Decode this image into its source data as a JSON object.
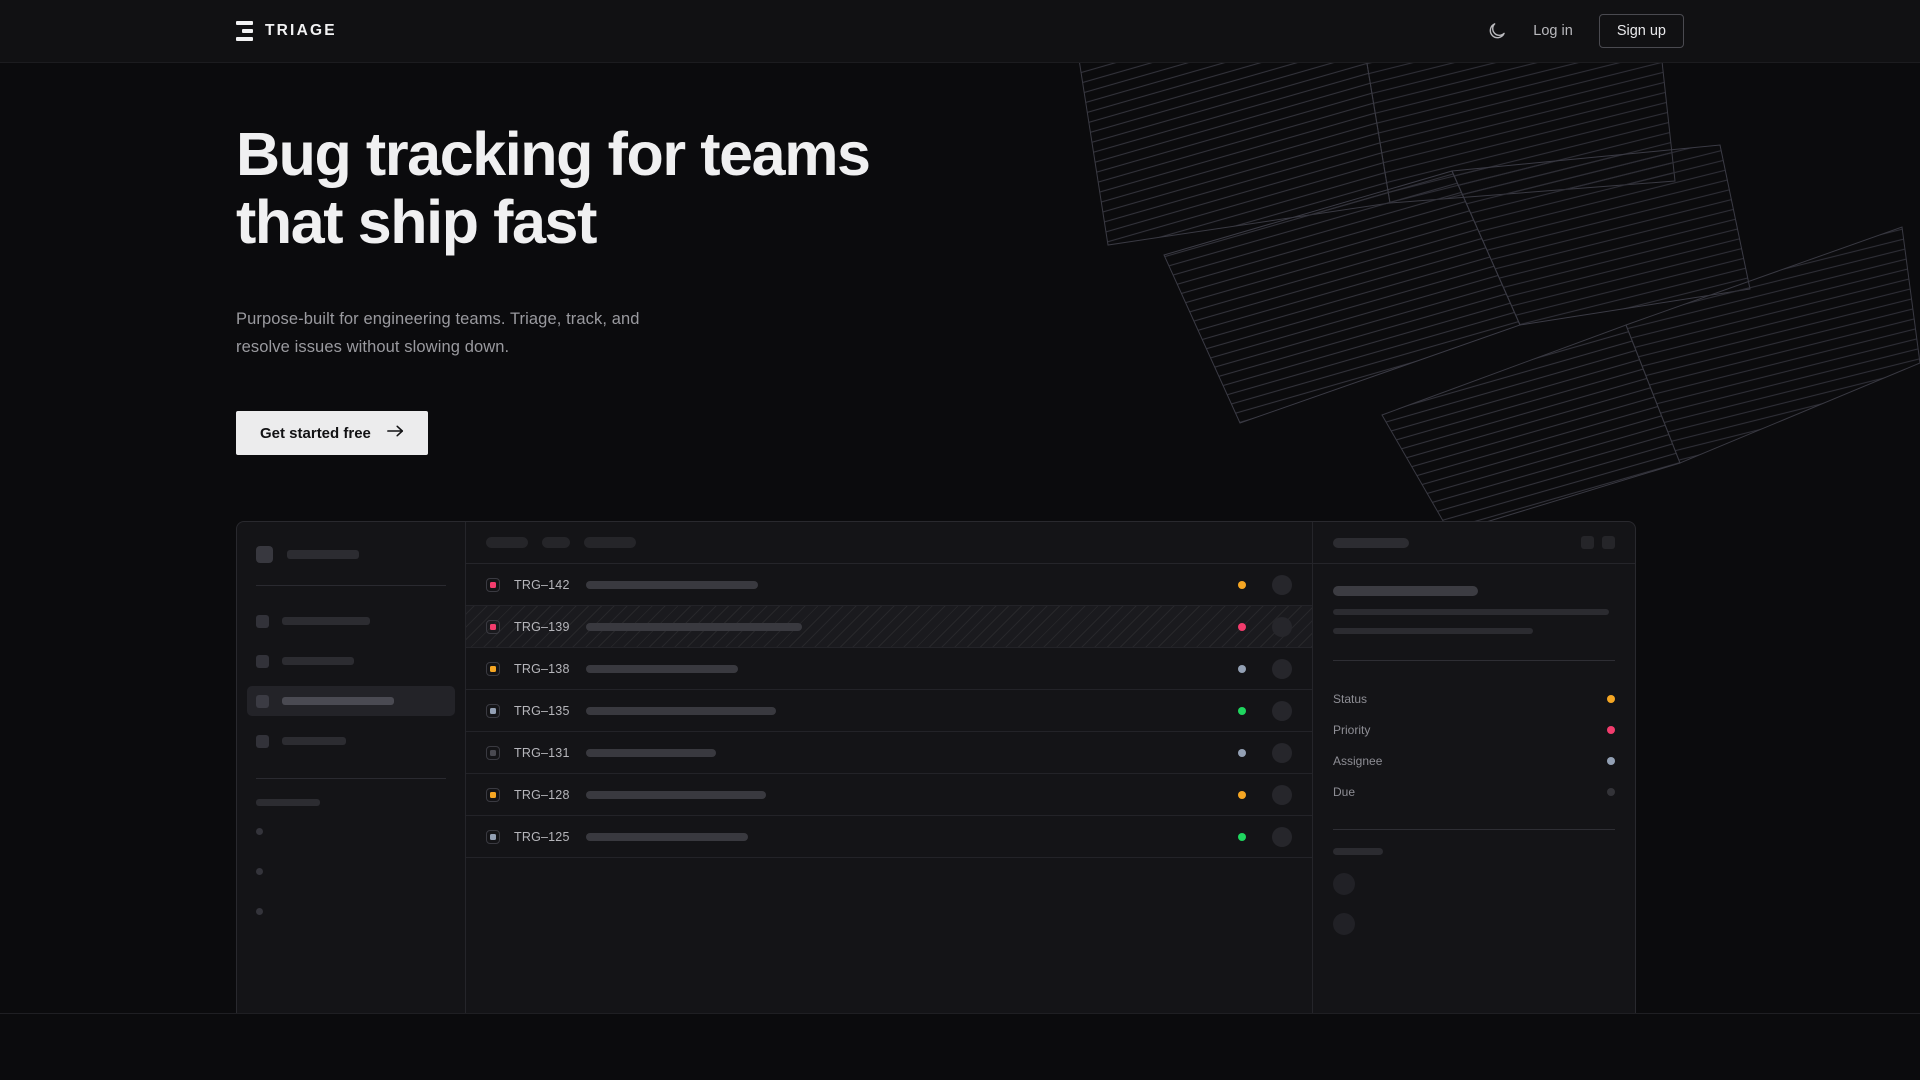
{
  "brand": {
    "name": "TRIAGE",
    "logo_icon": "stacked-bars-logo-icon"
  },
  "nav": {
    "theme_toggle_icon": "moon-icon",
    "login_label": "Log in",
    "signup_label": "Sign up"
  },
  "hero": {
    "heading": "Bug tracking for teams\nthat ship fast",
    "subheading": "Purpose-built for engineering teams. Triage, track, and\nresolve issues without slowing down.",
    "cta_label": "Get started free",
    "cta_icon": "arrow-right-icon"
  },
  "colors": {
    "page_bg": "#0b0b0d",
    "nav_bg": "#111113",
    "card_bg": "#141417",
    "border": "#29292e",
    "text_primary": "#f0f0f1",
    "text_muted": "#9a9a9f",
    "cta_bg": "#ececed",
    "amber": "#f5a623",
    "pink": "#f23c6d",
    "green": "#1fd65f",
    "slate": "#93a0b4",
    "gray": "#4a4a51"
  },
  "mockup": {
    "sidebar": {
      "workspace_skeleton_width": 72,
      "nav_items": [
        {
          "label_width": 88,
          "active": false
        },
        {
          "label_width": 72,
          "active": false
        },
        {
          "label_width": 112,
          "active": true
        },
        {
          "label_width": 64,
          "active": false
        }
      ],
      "section_label_width": 64,
      "dot_items": 3
    },
    "list": {
      "filter_chips": [
        42,
        28,
        52
      ],
      "rows": [
        {
          "id": "TRG–142",
          "priority_color": "#f23c6d",
          "title_width": 172,
          "status_color": "#f5a623",
          "selected": false
        },
        {
          "id": "TRG–139",
          "priority_color": "#f23c6d",
          "title_width": 216,
          "status_color": "#f23c6d",
          "selected": true
        },
        {
          "id": "TRG–138",
          "priority_color": "#f5a623",
          "title_width": 152,
          "status_color": "#93a0b4",
          "selected": false
        },
        {
          "id": "TRG–135",
          "priority_color": "#93a0b4",
          "title_width": 190,
          "status_color": "#1fd65f",
          "selected": false
        },
        {
          "id": "TRG–131",
          "priority_color": "#4a4a51",
          "title_width": 130,
          "status_color": "#93a0b4",
          "selected": false
        },
        {
          "id": "TRG–128",
          "priority_color": "#f5a623",
          "title_width": 180,
          "status_color": "#f5a623",
          "selected": false
        },
        {
          "id": "TRG–125",
          "priority_color": "#93a0b4",
          "title_width": 162,
          "status_color": "#1fd65f",
          "selected": false
        }
      ]
    },
    "detail": {
      "header_skeleton_width": 76,
      "action_buttons": 2,
      "description_lines": [
        276,
        200
      ],
      "meta": [
        {
          "label": "Status",
          "dot_color": "#f5a623"
        },
        {
          "label": "Priority",
          "dot_color": "#f23c6d"
        },
        {
          "label": "Assignee",
          "dot_color": "#93a0b4"
        },
        {
          "label": "Due",
          "dot_color": "#333338"
        }
      ],
      "activity_avatars": 2
    }
  }
}
